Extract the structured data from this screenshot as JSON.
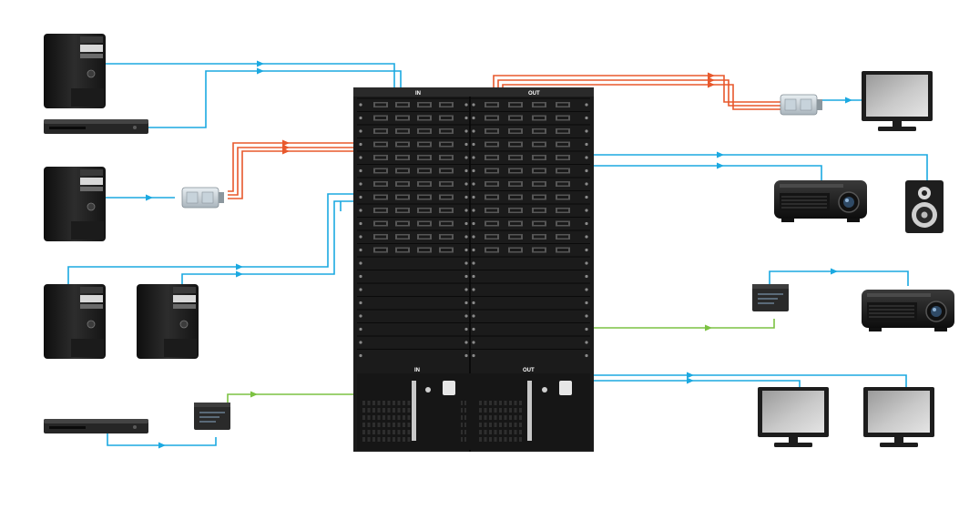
{
  "chassis": {
    "top_in_label": "IN",
    "top_out_label": "OUT",
    "bottom_in_label": "IN",
    "bottom_out_label": "OUT"
  },
  "colors": {
    "cable_blue": "#1ba9e1",
    "cable_orange": "#e8582c",
    "cable_green": "#7cc242",
    "chassis": "#1b1b1b",
    "device_dark": "#222222"
  },
  "sources": [
    {
      "type": "pc-tower",
      "icon": "pc-tower-icon"
    },
    {
      "type": "blu-ray-player",
      "icon": "disc-player-icon"
    },
    {
      "type": "pc-tower",
      "icon": "pc-tower-icon"
    },
    {
      "type": "fiber-extender",
      "icon": "fiber-module-icon"
    },
    {
      "type": "pc-tower",
      "icon": "pc-tower-icon"
    },
    {
      "type": "pc-tower",
      "icon": "pc-tower-icon"
    },
    {
      "type": "hdbaset-transmitter",
      "icon": "extender-box-icon"
    },
    {
      "type": "blu-ray-player",
      "icon": "disc-player-icon"
    }
  ],
  "displays": [
    {
      "type": "monitor",
      "icon": "monitor-icon"
    },
    {
      "type": "fiber-extender",
      "icon": "fiber-module-icon"
    },
    {
      "type": "projector",
      "icon": "projector-icon"
    },
    {
      "type": "speaker",
      "icon": "speaker-icon"
    },
    {
      "type": "hdbaset-receiver",
      "icon": "extender-box-icon"
    },
    {
      "type": "projector",
      "icon": "projector-icon"
    },
    {
      "type": "monitor",
      "icon": "monitor-icon"
    },
    {
      "type": "monitor",
      "icon": "monitor-icon"
    }
  ]
}
